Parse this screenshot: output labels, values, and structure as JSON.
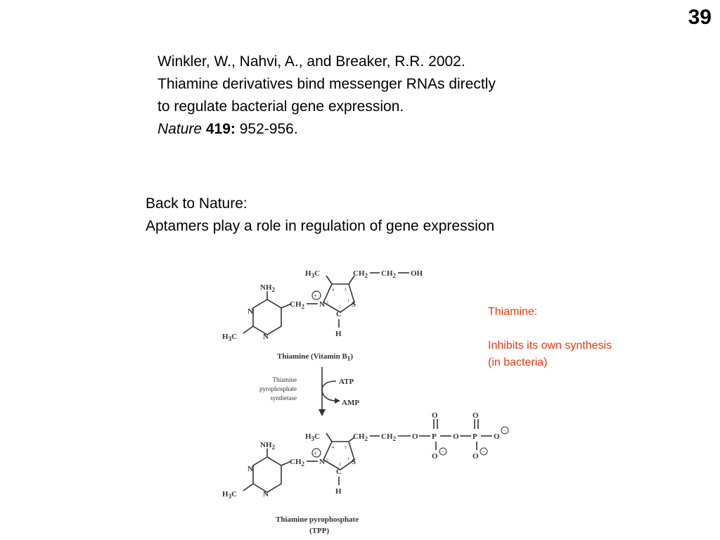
{
  "slide": {
    "page_number": "39",
    "citation": {
      "line1": "Winkler, W., Nahvi, A., and Breaker, R.R. 2002.",
      "line2": "Thiamine derivatives bind messenger RNAs directly",
      "line3": "to regulate bacterial gene expression.",
      "journal": "Nature",
      "volume": "419:",
      "pages": "952-956."
    },
    "intro": {
      "line1": "Back to Nature:",
      "line2": "Aptamers play a role in regulation of gene expression"
    },
    "note": {
      "title": "Thiamine:",
      "line1": "Inhibits its own synthesis",
      "line2": "(in bacteria)",
      "color": "#e03b10"
    },
    "figure": {
      "thiamine_caption": "Thiamine (Vitamin B",
      "thiamine_subscript": "1",
      "thiamine_caption_end": ")",
      "enzyme_line1": "Thiamine",
      "enzyme_line2": "pyrophosphate",
      "enzyme_line3": "synthetase",
      "atp": "ATP",
      "amp": "AMP",
      "tpp_caption_line1": "Thiamine pyrophosphate",
      "tpp_caption_line2": "(TPP)",
      "labels": {
        "nh2": "NH",
        "h3c": "H",
        "ch2": "CH",
        "oh": "OH",
        "n": "N",
        "s": "S",
        "c": "C",
        "h": "H",
        "o": "O",
        "p": "P",
        "sub2": "2",
        "sub3": "3",
        "plus": "+",
        "minus": "−",
        "num1": "1",
        "num2": "2",
        "num3": "3",
        "num4": "4",
        "num5": "5"
      }
    }
  }
}
